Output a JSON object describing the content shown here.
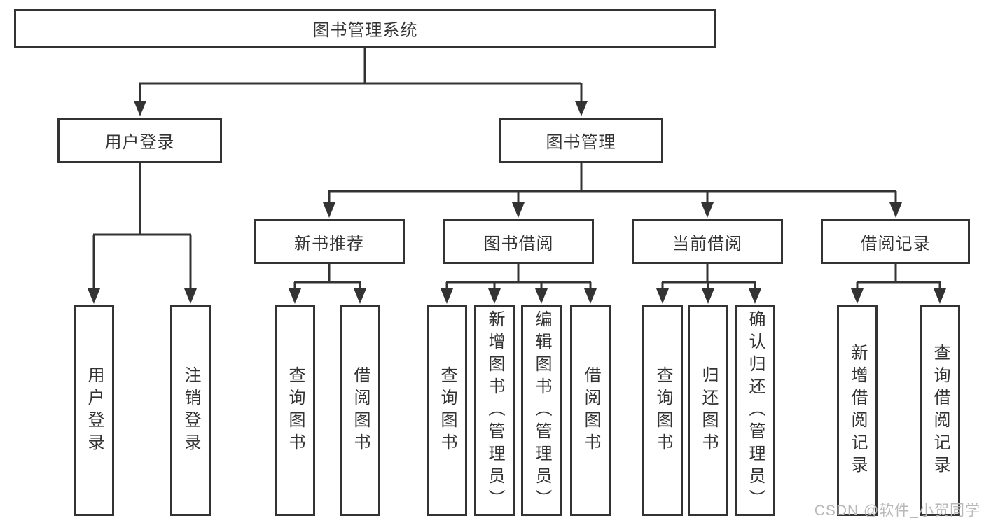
{
  "colors": {
    "line": "#333333",
    "text": "#333333",
    "background": "#ffffff",
    "watermark_color": "#b8b8b8"
  },
  "watermark": {
    "text": "CSDN @软件_小贺同学"
  },
  "tree": {
    "root": {
      "label": "图书管理系统"
    },
    "branches": [
      {
        "label": "用户登录",
        "children": [
          {
            "label": "用户登录"
          },
          {
            "label": "注销登录"
          }
        ]
      },
      {
        "label": "图书管理",
        "children": [
          {
            "label": "新书推荐",
            "children": [
              {
                "label": "查询图书"
              },
              {
                "label": "借阅图书"
              }
            ]
          },
          {
            "label": "图书借阅",
            "children": [
              {
                "label": "查询图书"
              },
              {
                "label": "新增图书（管理员）"
              },
              {
                "label": "编辑图书（管理员）"
              },
              {
                "label": "借阅图书"
              }
            ]
          },
          {
            "label": "当前借阅",
            "children": [
              {
                "label": "查询图书"
              },
              {
                "label": "归还图书"
              },
              {
                "label": "确认归还（管理员）"
              }
            ]
          },
          {
            "label": "借阅记录",
            "children": [
              {
                "label": "新增借阅记录"
              },
              {
                "label": "查询借阅记录"
              }
            ]
          }
        ]
      }
    ]
  }
}
